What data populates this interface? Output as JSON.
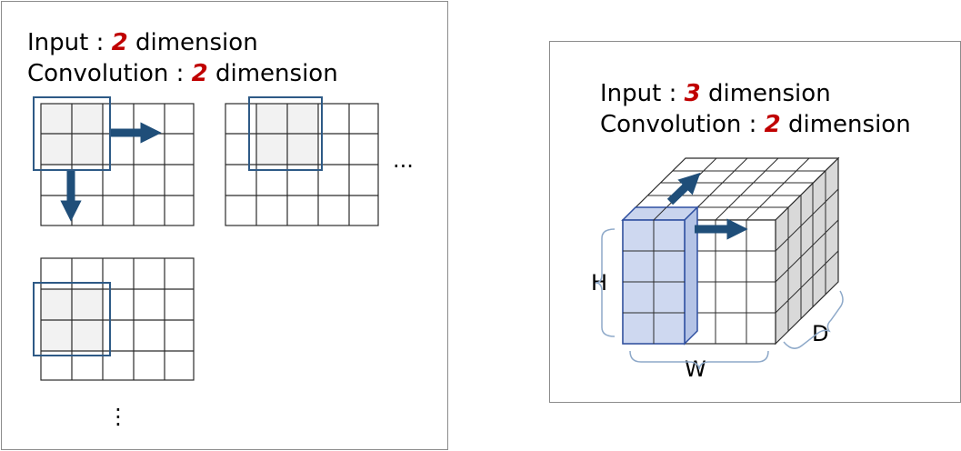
{
  "left": {
    "line1": {
      "prefix": "Input : ",
      "number": "2",
      "suffix": " dimension"
    },
    "line2": {
      "prefix": "Convolution : ",
      "number": "2",
      "suffix": " dimension"
    },
    "ellipsis_h": "...",
    "ellipsis_v": "⋮"
  },
  "right": {
    "line1": {
      "prefix": "Input : ",
      "number": "3",
      "suffix": " dimension"
    },
    "line2": {
      "prefix": "Convolution : ",
      "number": "2",
      "suffix": " dimension"
    },
    "label_h": "H",
    "label_w": "W",
    "label_d": "D"
  },
  "colors": {
    "arrow": "#1f4e79",
    "kernel_border": "#2e5a86",
    "kernel_fill": "#f2f2f2",
    "grid_line": "#2b2b2b",
    "volume_kernel_fill": "#c9d4ee",
    "volume_kernel_border": "#2e4fa0",
    "side_face": "#d9d9d9",
    "brace": "#8ea9c9",
    "number_red": "#c00000"
  }
}
